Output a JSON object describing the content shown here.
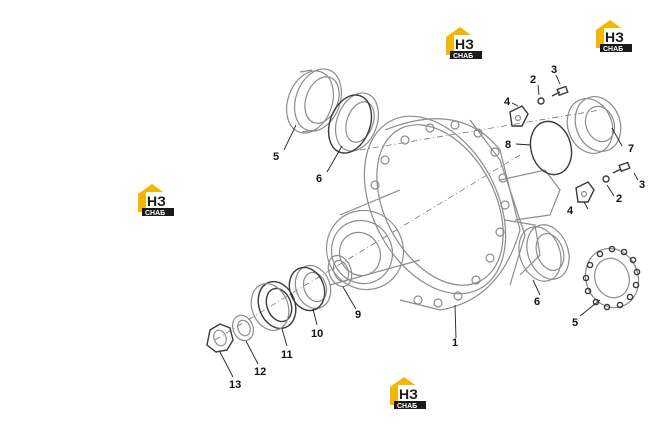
{
  "diagram": {
    "callouts": [
      {
        "id": "c1",
        "label": "1"
      },
      {
        "id": "c2a",
        "label": "2"
      },
      {
        "id": "c2b",
        "label": "2"
      },
      {
        "id": "c3a",
        "label": "3"
      },
      {
        "id": "c3b",
        "label": "3"
      },
      {
        "id": "c4a",
        "label": "4"
      },
      {
        "id": "c4b",
        "label": "4"
      },
      {
        "id": "c5a",
        "label": "5"
      },
      {
        "id": "c5b",
        "label": "5"
      },
      {
        "id": "c6a",
        "label": "6"
      },
      {
        "id": "c6b",
        "label": "6"
      },
      {
        "id": "c7",
        "label": "7"
      },
      {
        "id": "c8",
        "label": "8"
      },
      {
        "id": "c9",
        "label": "9"
      },
      {
        "id": "c10",
        "label": "10"
      },
      {
        "id": "c11",
        "label": "11"
      },
      {
        "id": "c12",
        "label": "12"
      },
      {
        "id": "c13",
        "label": "13"
      }
    ]
  },
  "watermark": {
    "big_text": "НЗ",
    "small_text": "СНАБ",
    "accent_color": "#f2b705",
    "dark_color": "#1a1a1a"
  }
}
